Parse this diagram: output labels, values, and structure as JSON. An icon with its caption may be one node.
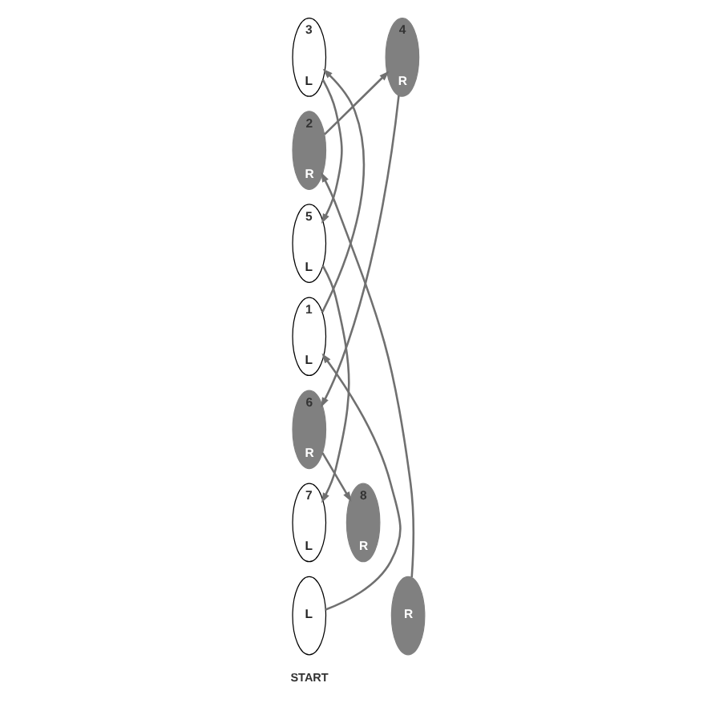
{
  "diagram": {
    "nodes": [
      {
        "text": [
          "3",
          "L"
        ]
      },
      {
        "text": [
          "4",
          "R"
        ]
      },
      {
        "text": [
          "2",
          "R"
        ]
      },
      {
        "text": [
          "5",
          "L"
        ]
      },
      {
        "text": [
          "1",
          "L"
        ]
      },
      {
        "text": [
          "6",
          "R"
        ]
      },
      {
        "text": [
          "7",
          "L"
        ]
      },
      {
        "text": [
          "8",
          "R"
        ]
      },
      {
        "text": [
          "L"
        ]
      },
      {
        "text": [
          "R"
        ]
      }
    ],
    "edges": [
      {
        "from": 8,
        "to": 4,
        "arrow": "to"
      },
      {
        "from": 9,
        "to": 2,
        "arrow": "to"
      },
      {
        "from": 4,
        "to": 0,
        "arrow": "to"
      },
      {
        "from": 2,
        "to": 1,
        "arrow": "to"
      },
      {
        "from": 0,
        "to": 3,
        "arrow": "to"
      },
      {
        "from": 1,
        "to": 5,
        "arrow": "to"
      },
      {
        "from": 3,
        "to": 6,
        "arrow": "to"
      },
      {
        "from": 5,
        "to": 7,
        "arrow": "to"
      }
    ],
    "labels": [
      "START"
    ]
  }
}
